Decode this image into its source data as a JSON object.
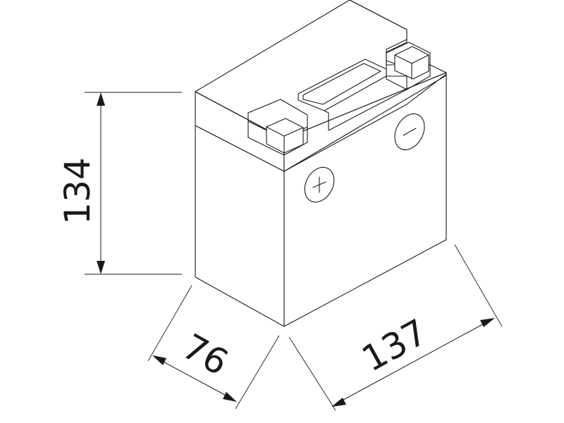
{
  "diagram": {
    "dimensions": {
      "height": "134",
      "width": "76",
      "length": "137"
    },
    "terminals": {
      "positive_symbol": "+",
      "negative_symbol": "−"
    }
  }
}
